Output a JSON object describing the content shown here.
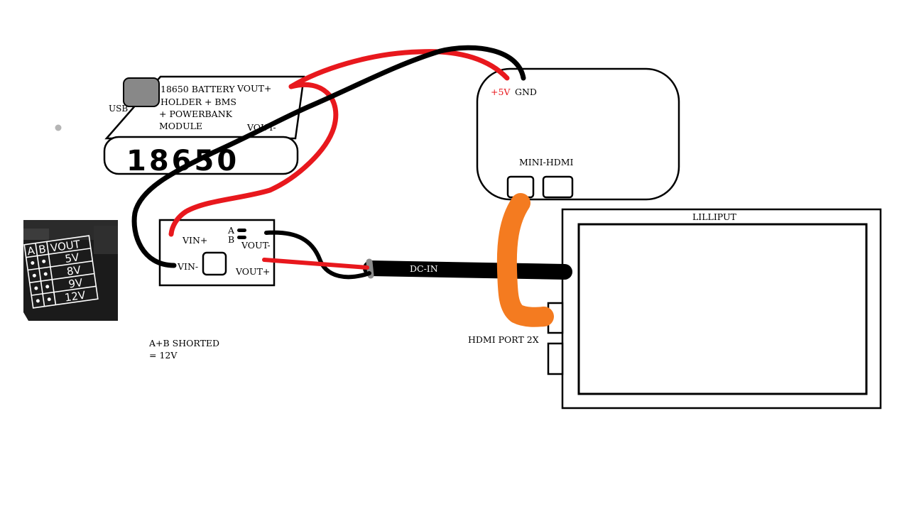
{
  "battery": {
    "usb_label": "USB",
    "title_line1": "18650 BATTERY",
    "title_line2": "HOLDER + BMS",
    "title_line3": "+ POWERBANK",
    "title_line4": "MODULE",
    "vout_plus": "VOUT+",
    "vout_minus": "VOUT-",
    "handwritten": "18650"
  },
  "converter": {
    "vin_plus": "VIN+",
    "vin_minus": "VIN-",
    "jumper_a": "A",
    "jumper_b": "B",
    "vout_minus": "VOUT-",
    "vout_plus": "VOUT+"
  },
  "note": {
    "line1": "A+B SHORTED",
    "line2": "= 12V"
  },
  "board": {
    "plus5v": "+5V",
    "gnd": "GND",
    "mini_hdmi": "MINI-HDMI"
  },
  "cable": {
    "dc_in": "DC-IN"
  },
  "display": {
    "title": "LILLIPUT",
    "hdmi_port": "HDMI PORT 2X"
  },
  "photo_table": {
    "header": [
      "A",
      "B",
      "VOUT"
    ],
    "rows": [
      "5V",
      "8V",
      "9V",
      "12V"
    ]
  },
  "colors": {
    "red_wire": "#e8181d",
    "black_wire": "#000000",
    "hdmi_cable": "#f47b20",
    "usb_grey": "#888888"
  }
}
